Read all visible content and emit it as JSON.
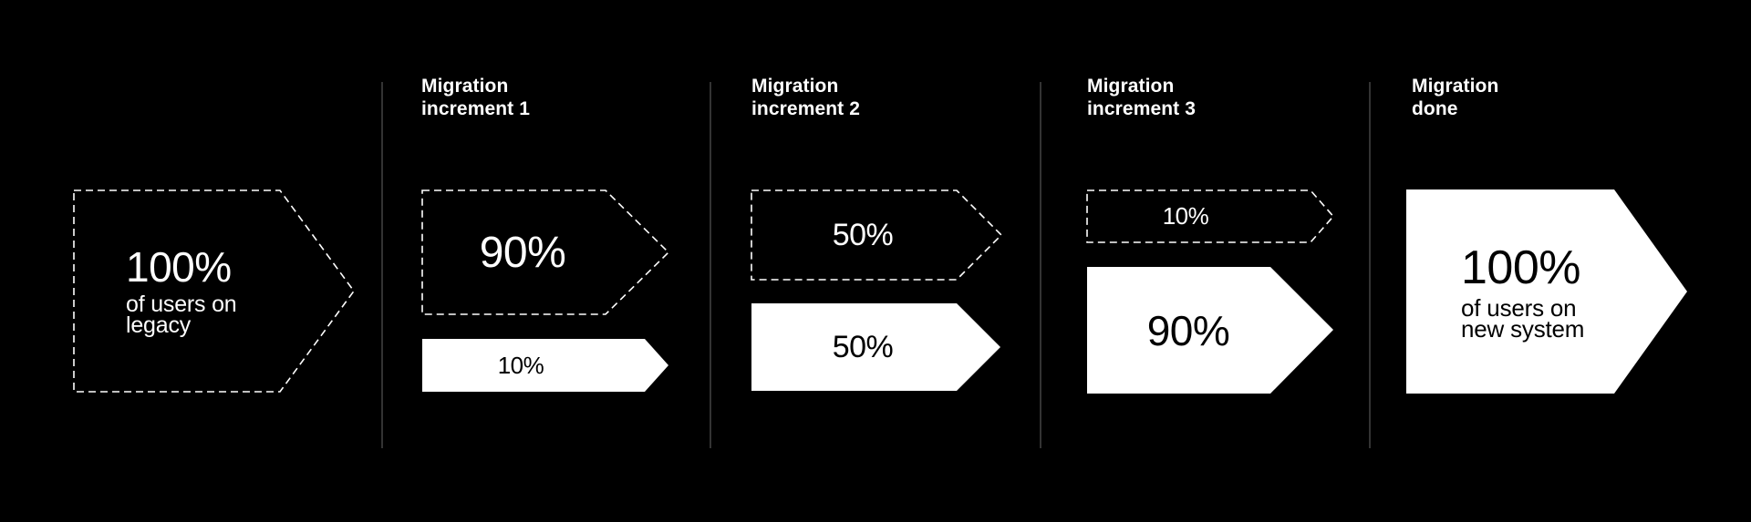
{
  "colors": {
    "background": "#000000",
    "divider": "#333333",
    "white": "#ffffff",
    "black": "#000000"
  },
  "stages": [
    {
      "name": "legacy",
      "percent": "100%",
      "sub_line1": "of users on",
      "sub_line2": "legacy",
      "style": "dashed-outline"
    },
    {
      "name": "increment-1",
      "title_line1": "Migration",
      "title_line2": "increment 1",
      "legacy_percent": "90%",
      "migrated_percent": "10%"
    },
    {
      "name": "increment-2",
      "title_line1": "Migration",
      "title_line2": "increment 2",
      "legacy_percent": "50%",
      "migrated_percent": "50%"
    },
    {
      "name": "increment-3",
      "title_line1": "Migration",
      "title_line2": "increment 3",
      "legacy_percent": "10%",
      "migrated_percent": "90%"
    },
    {
      "name": "done",
      "title_line1": "Migration",
      "title_line2": "done",
      "percent": "100%",
      "sub_line1": "of users on",
      "sub_line2": "new system",
      "style": "solid-white"
    }
  ]
}
